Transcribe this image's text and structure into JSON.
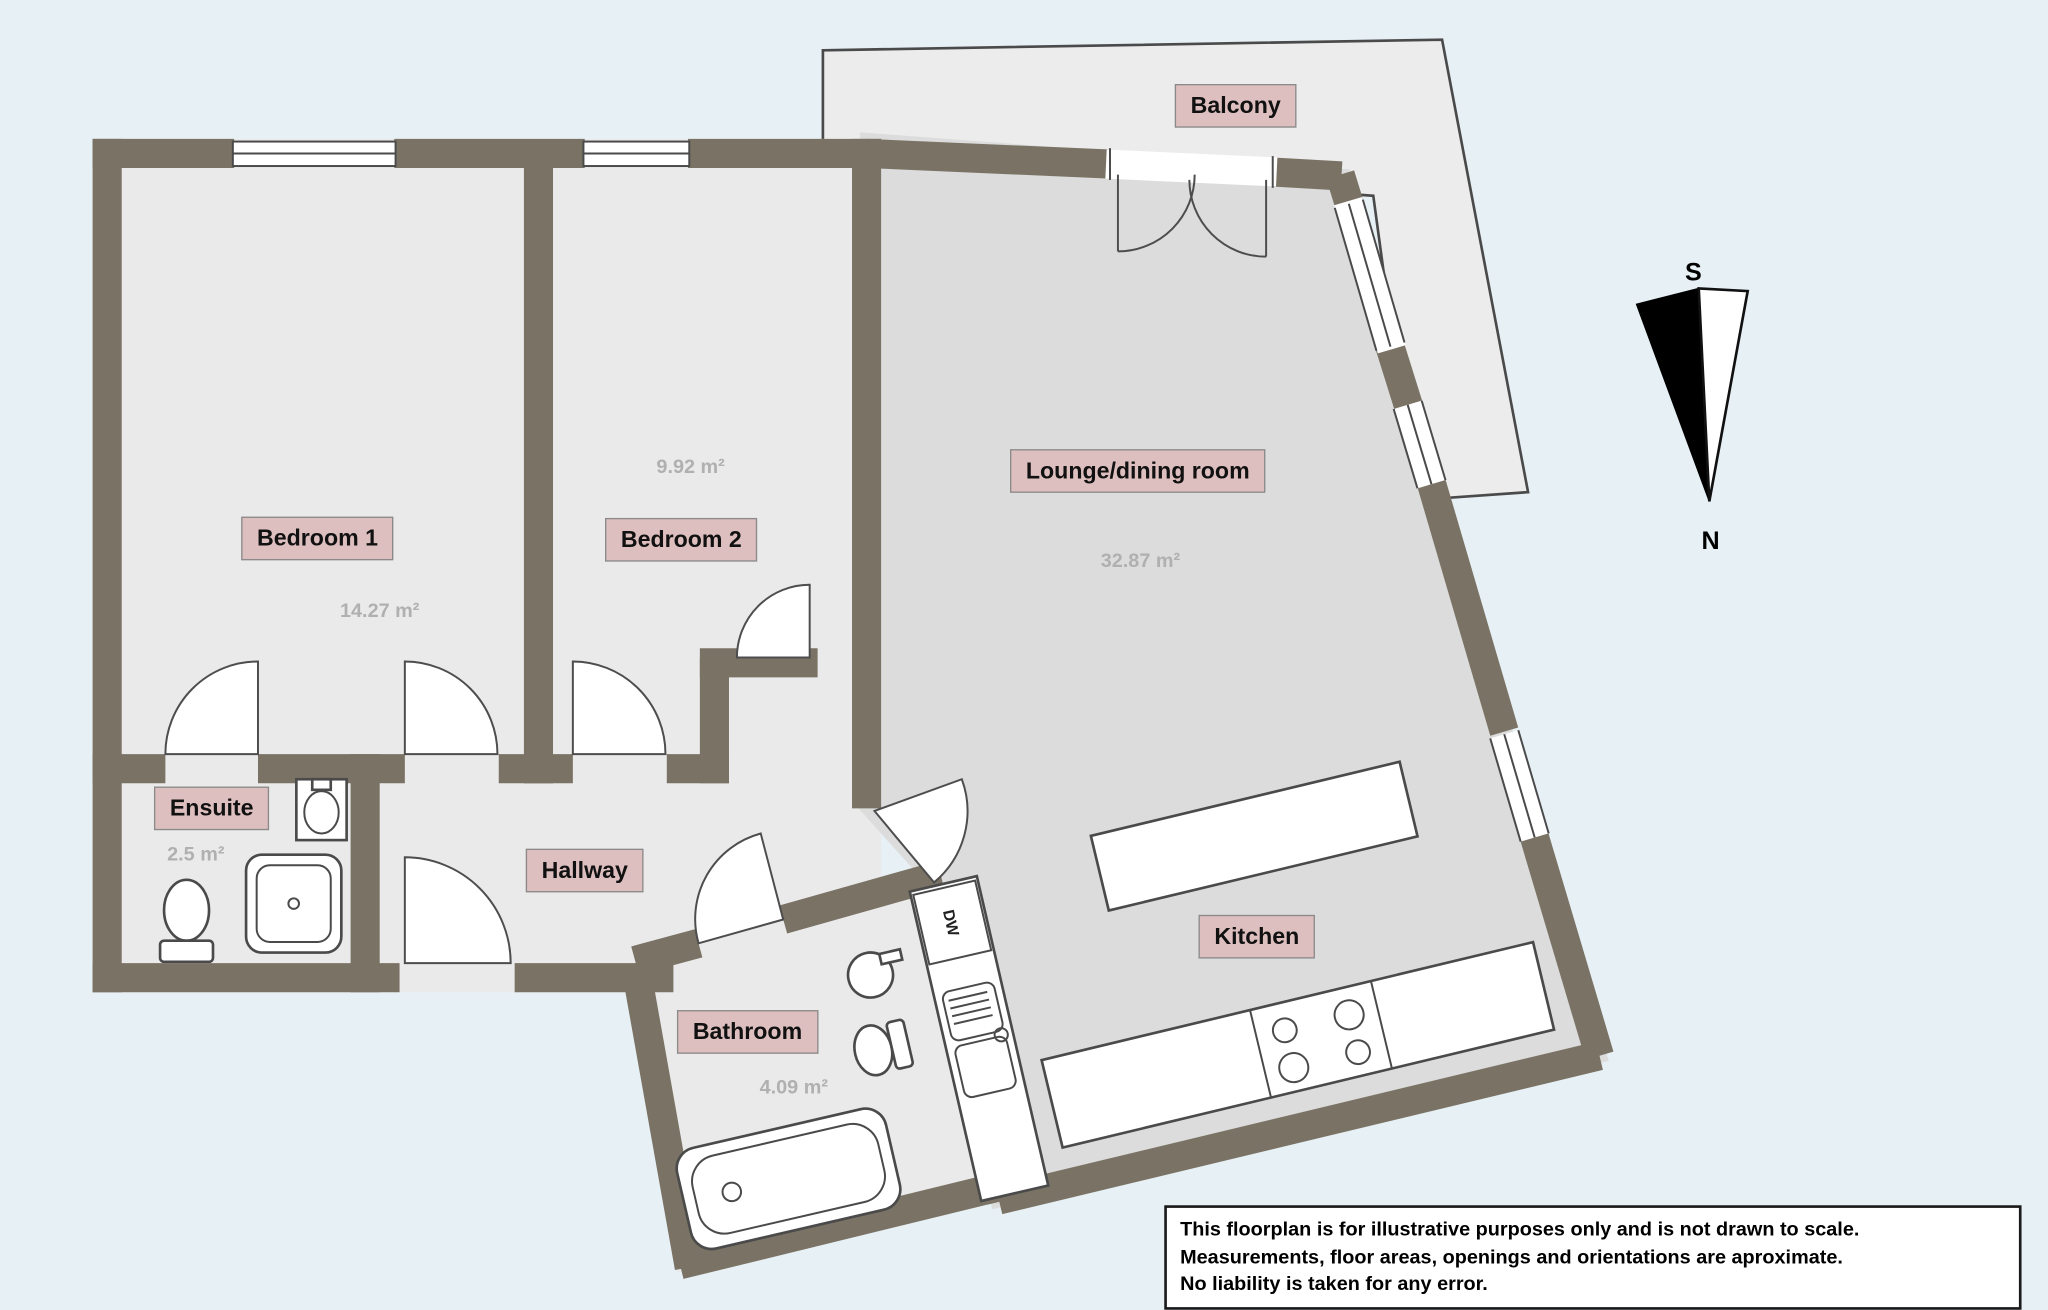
{
  "colors": {
    "background": "#e7f0f5",
    "wall": "#7a7365",
    "room_fill": "#eaeaea",
    "lounge_fill": "#dcdcdc",
    "balcony_fill": "#ececec",
    "label_bg": "#debfbf",
    "outline": "#4a4a4a",
    "area_text": "#b0b0b0"
  },
  "rooms": {
    "balcony": {
      "label": "Balcony"
    },
    "bedroom1": {
      "label": "Bedroom 1",
      "area": "14.27 m²"
    },
    "bedroom2": {
      "label": "Bedroom 2",
      "area": "9.92 m²"
    },
    "lounge": {
      "label": "Lounge/dining room",
      "area": "32.87 m²"
    },
    "ensuite": {
      "label": "Ensuite",
      "area": "2.5 m²"
    },
    "hallway": {
      "label": "Hallway"
    },
    "bathroom": {
      "label": "Bathroom",
      "area": "4.09 m²"
    },
    "kitchen": {
      "label": "Kitchen"
    }
  },
  "appliances": {
    "dishwasher": "DW"
  },
  "compass": {
    "south": "S",
    "north": "N"
  },
  "disclaimer": {
    "line1": "This floorplan is for illustrative purposes only and is not drawn to scale.",
    "line2": "Measurements, floor areas, openings and orientations are aproximate.",
    "line3": "No liability is taken for any error."
  }
}
